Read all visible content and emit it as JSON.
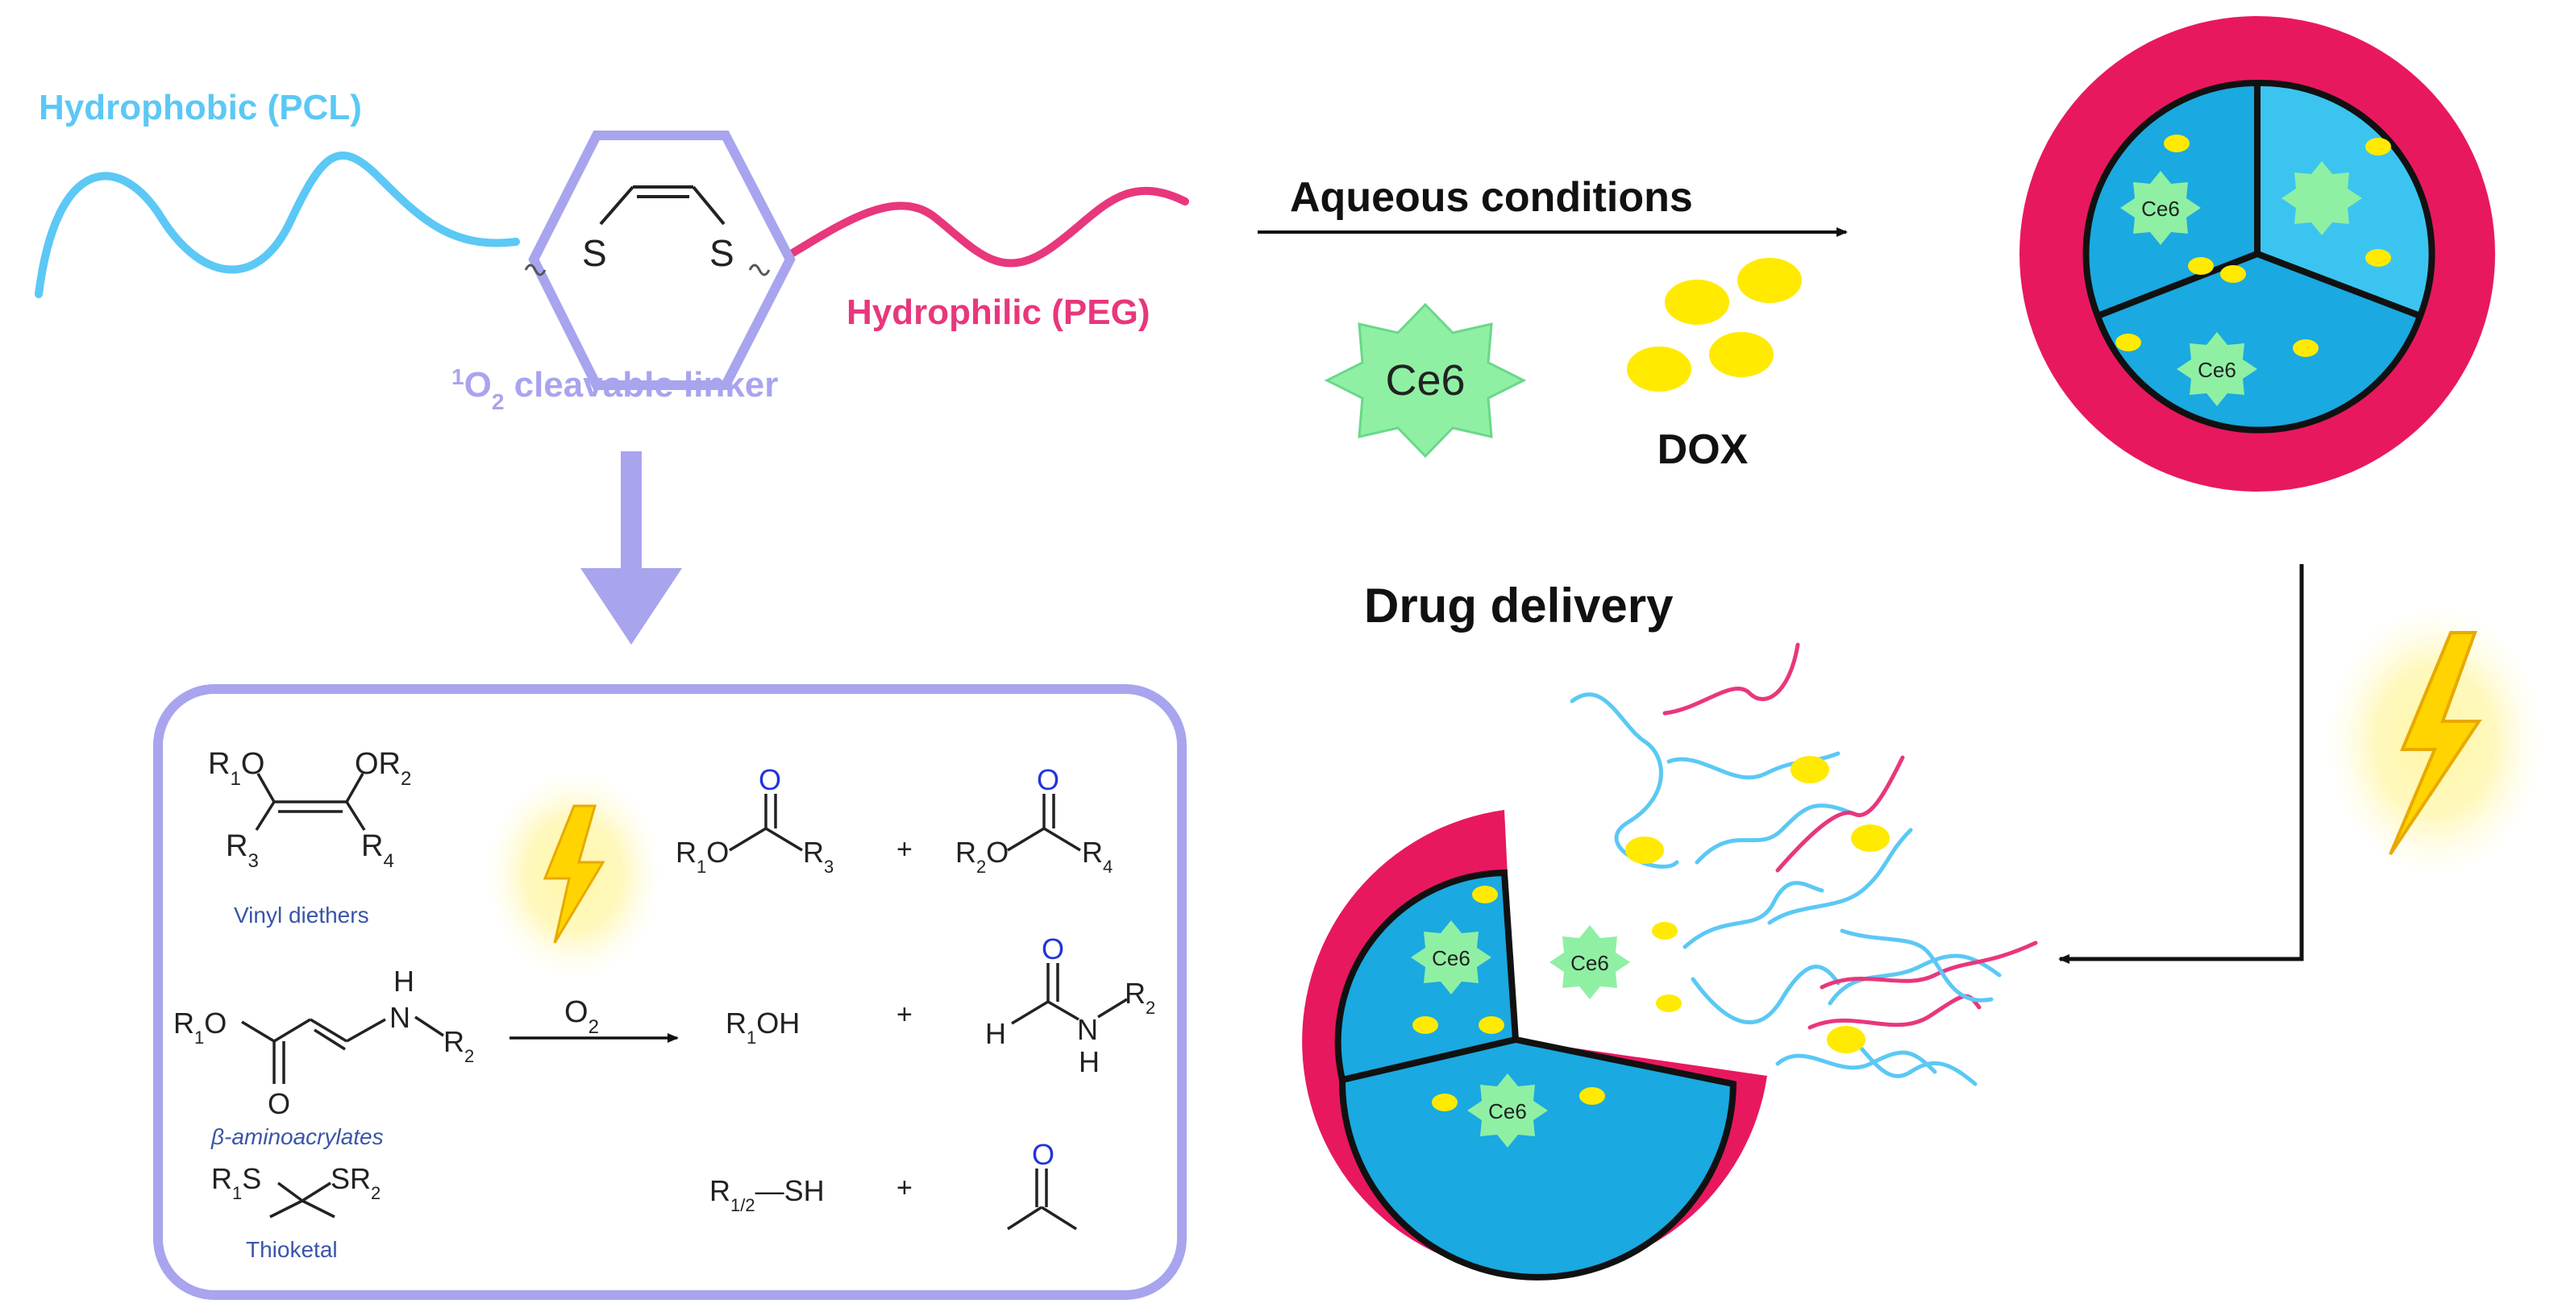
{
  "polymer": {
    "hydrophobic_label": "Hydrophobic (PCL)",
    "hydrophilic_label": "Hydrophilic (PEG)",
    "linker_label_pre": "1",
    "linker_label_o": "O",
    "linker_label_sub": "2",
    "linker_label_post": " cleavable linker",
    "linker_atom_s": "S"
  },
  "assembly": {
    "arrow_label": "Aqueous conditions",
    "ce6_label": "Ce6",
    "dox_label": "DOX"
  },
  "release": {
    "title": "Drug delivery",
    "ce6_label": "Ce6"
  },
  "reactions": {
    "oxidant_label": "O",
    "oxidant_sub": "2",
    "vinyl_diethers": {
      "name": "Vinyl diethers",
      "r1o": "R",
      "r1o_sub": "1",
      "r1o_tail": "O",
      "or2": "OR",
      "or2_sub": "2",
      "r3": "R",
      "r3_sub": "3",
      "r4": "R",
      "r4_sub": "4",
      "prod1_r1o": "R",
      "prod1_r1o_sub": "1",
      "prod1_r1o_tail": "O",
      "prod1_r3": "R",
      "prod1_r3_sub": "3",
      "prod2_r2o": "R",
      "prod2_r2o_sub": "2",
      "prod2_r2o_tail": "O",
      "prod2_r4": "R",
      "prod2_r4_sub": "4",
      "carbonyl_o": "O",
      "plus": "+"
    },
    "aminoacrylates": {
      "name": "β-aminoacrylates",
      "r1o": "R",
      "r1o_sub": "1",
      "r1o_tail": "O",
      "nh_h": "H",
      "nh_n": "N",
      "r2": "R",
      "r2_sub": "2",
      "carbonyl_o": "O",
      "prod1": "R",
      "prod1_sub": "1",
      "prod1_tail": "OH",
      "prod2_h": "H",
      "prod2_o": "O",
      "prod2_n": "N",
      "prod2_nh": "H",
      "prod2_r2": "R",
      "prod2_r2_sub": "2",
      "plus": "+"
    },
    "thioketal": {
      "name": "Thioketal",
      "r1s": "R",
      "r1s_sub": "1",
      "r1s_tail": "S",
      "sr2": "SR",
      "sr2_sub": "2",
      "prod1": "R",
      "prod1_sub": "1/2",
      "prod1_tail": "—SH",
      "prod2_o": "O",
      "plus": "+"
    }
  },
  "colors": {
    "pcl_blue": "#5bc8f5",
    "peg_pink": "#e8377c",
    "linker_lavender": "#a8a4ee",
    "micelle_shell": "#e8185f",
    "core_blue": "#1aa9e0",
    "core_light": "#3cc4f0",
    "ce6_green": "#8ff0a4",
    "dox_yellow": "#ffea00",
    "name_blue": "#3a55a8",
    "carbonyl_blue": "#2233dd"
  }
}
